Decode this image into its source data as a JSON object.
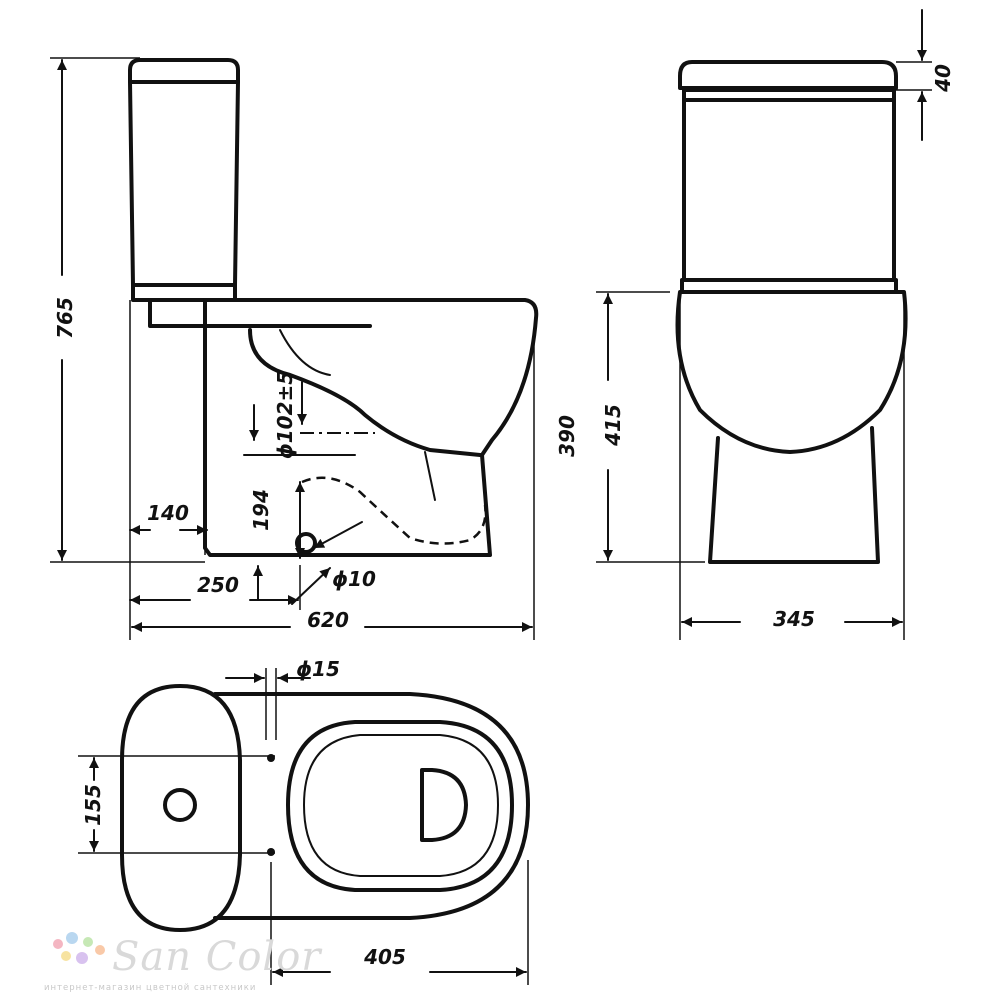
{
  "dimensions": {
    "overall_height": "765",
    "pan_height": "390",
    "seat_height": "415",
    "lid_thickness": "40",
    "wall_offset": "140",
    "inlet_height": "194",
    "outlet_diameter": "ϕ102±5",
    "fixing_offset": "250",
    "fixing_hole": "ϕ10",
    "overall_length": "620",
    "overall_width": "345",
    "tank_hole": "ϕ15",
    "hole_spacing": "155",
    "bowl_length": "405"
  },
  "watermark": {
    "brand": "San Color",
    "tagline": "интернет-магазин цветной сантехники",
    "dot_colors": [
      "#f4b6c2",
      "#b9d7f0",
      "#c6e8b5",
      "#f7e3a1",
      "#d8c2ef",
      "#f9c9a8"
    ]
  }
}
